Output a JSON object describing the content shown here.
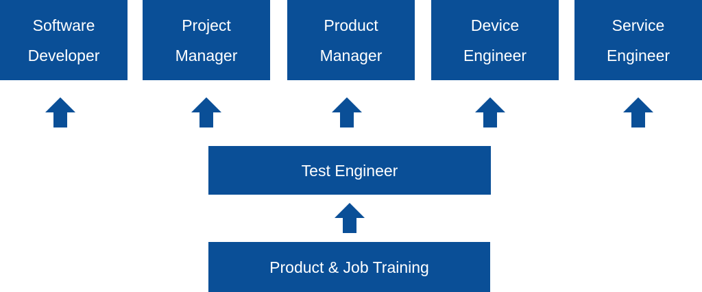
{
  "colors": {
    "box_fill": "#0a4f97",
    "arrow_fill": "#0a4f97",
    "text": "#ffffff",
    "background": "#ffffff"
  },
  "careers": [
    {
      "label": "Software\nDeveloper"
    },
    {
      "label": "Project\nManager"
    },
    {
      "label": "Product\nManager"
    },
    {
      "label": "Device\nEngineer"
    },
    {
      "label": "Service\nEngineer"
    }
  ],
  "middle": {
    "label": "Test Engineer"
  },
  "bottom": {
    "label": "Product & Job Training"
  },
  "arrow_icon": "arrow-up-icon"
}
